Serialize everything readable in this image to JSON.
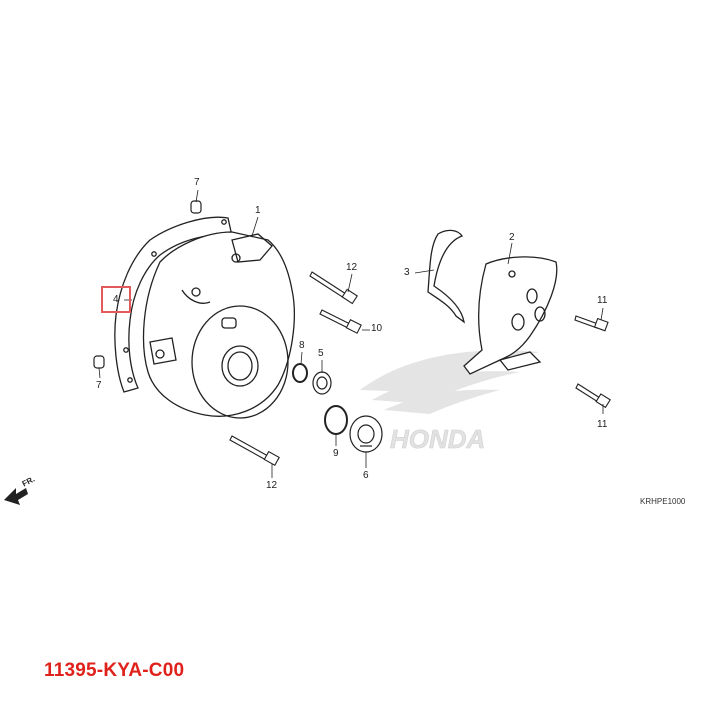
{
  "part_number": "11395-KYA-C00",
  "diagram_code": "KRHPE1000",
  "direction_label": "FR.",
  "watermark": "HONDA",
  "highlighted_callout": "4",
  "callouts": {
    "c1": "1",
    "c2": "2",
    "c3": "3",
    "c4": "4",
    "c5": "5",
    "c6": "6",
    "c7a": "7",
    "c7b": "7",
    "c8": "8",
    "c9": "9",
    "c10": "10",
    "c11a": "11",
    "c11b": "11",
    "c12a": "12",
    "c12b": "12"
  },
  "colors": {
    "part_number": "#e0211b",
    "highlight": "#e45a5a",
    "line": "#222222",
    "watermark": "#d9d9d9"
  }
}
